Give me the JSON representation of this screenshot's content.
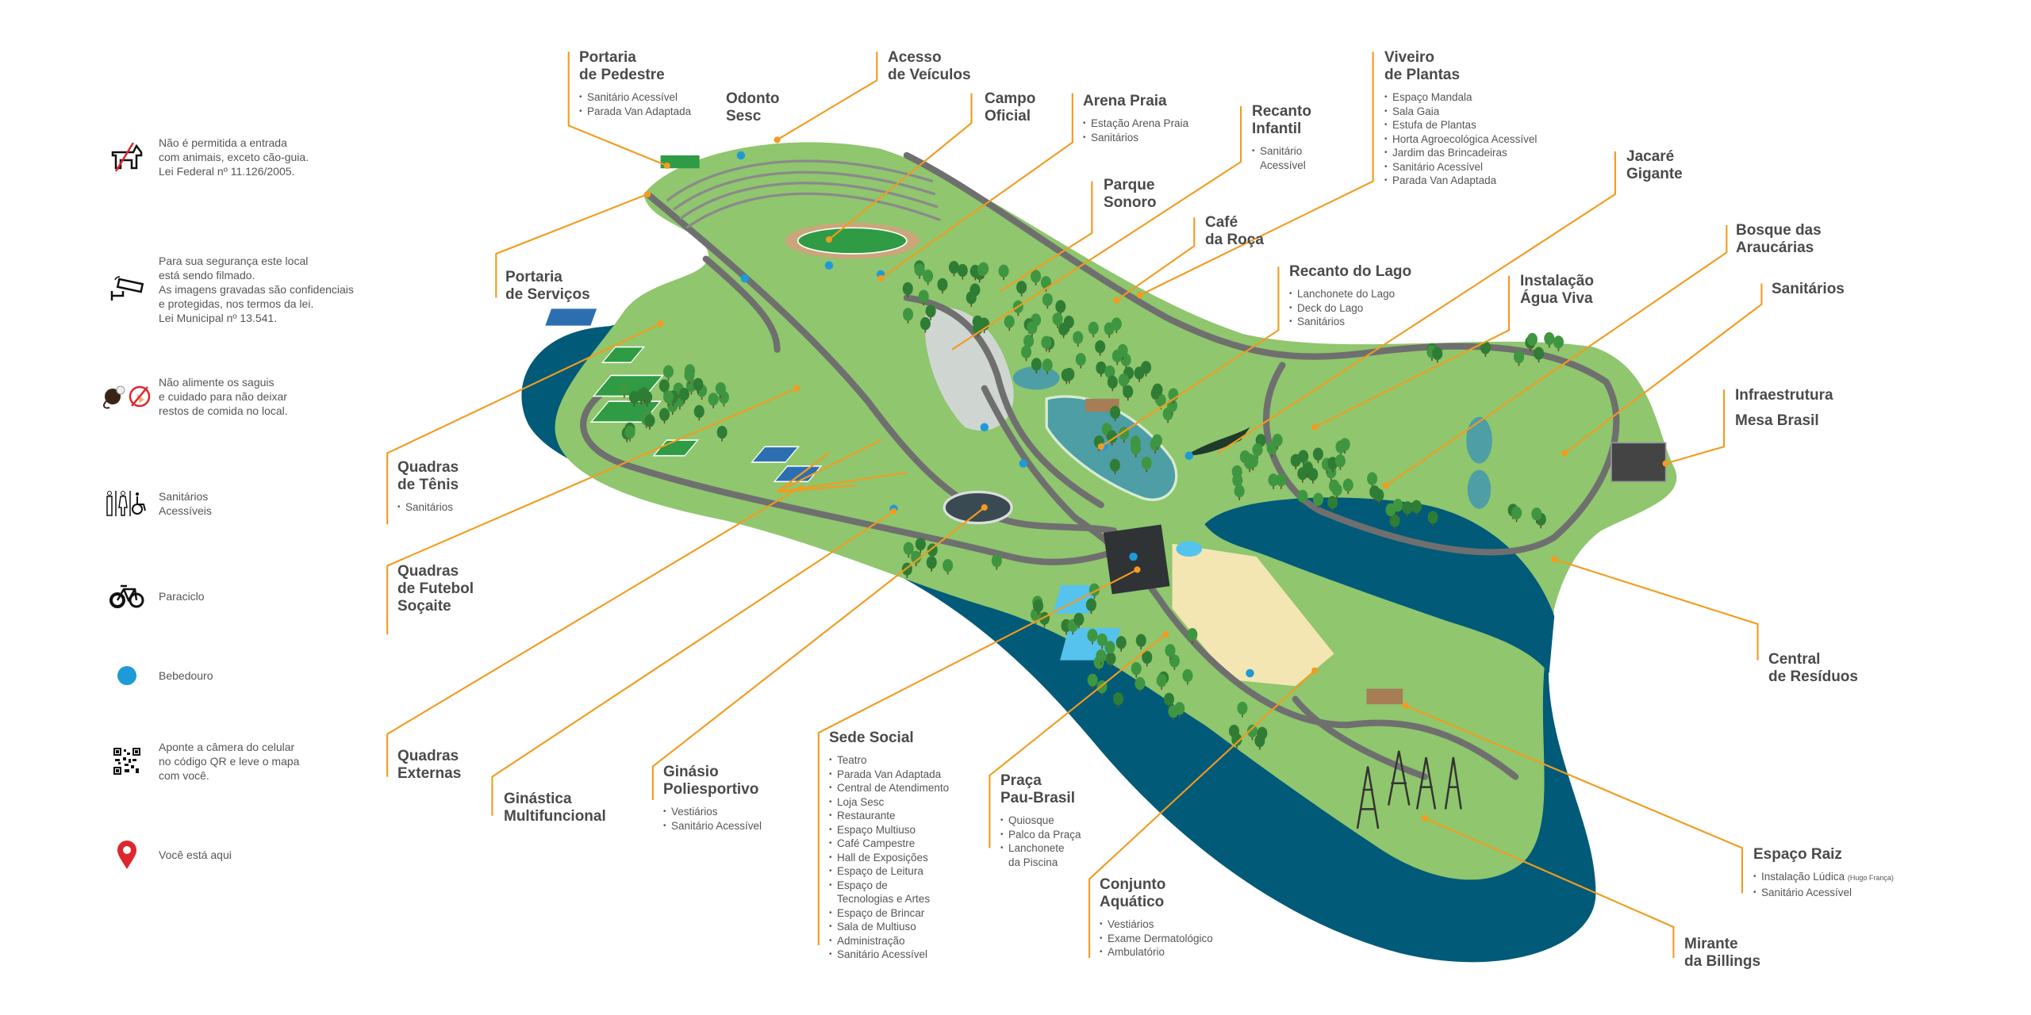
{
  "colors": {
    "water": "#005a78",
    "land": "#8fc66e",
    "road": "#6f6f6f",
    "leader": "#f39b1f",
    "tree": "#2f7d34",
    "drinking_fountain": "#1e9ad8",
    "pin": "#e0262d"
  },
  "legend": [
    {
      "icon": "no-animals-icon",
      "text": "Não é permitida a entrada\ncom animais, exceto cão-guia.\nLei Federal nº 11.126/2005."
    },
    {
      "icon": "security-camera-icon",
      "text": "Para sua segurança este local\nestá sendo filmado.\nAs imagens gravadas são confidenciais\ne protegidas, nos termos da lei.\nLei Municipal nº 13.541."
    },
    {
      "icon": "no-feeding-monkeys-icon",
      "text": "Não alimente os saguis\ne cuidado para não deixar\nrestos de comida no local."
    },
    {
      "icon": "accessible-restroom-icon",
      "text": "Sanitários\nAcessíveis"
    },
    {
      "icon": "bicycle-icon",
      "text": "Paraciclo"
    },
    {
      "icon": "drinking-fountain-icon",
      "text": "Bebedouro"
    },
    {
      "icon": "qr-code-icon",
      "text": "Aponte a câmera do celular\nno código QR e leve o mapa\ncom você."
    },
    {
      "icon": "location-pin-icon",
      "text": "Você está aqui"
    }
  ],
  "labels": [
    {
      "id": "portaria-pedestre",
      "title": "Portaria\nde Pedestre",
      "items": [
        "Sanitário Acessível",
        "Parada Van Adaptada"
      ]
    },
    {
      "id": "odonto-sesc",
      "title": "Odonto\nSesc",
      "items": []
    },
    {
      "id": "acesso-veiculos",
      "title": "Acesso\nde Veículos",
      "items": []
    },
    {
      "id": "campo-oficial",
      "title": "Campo\nOficial",
      "items": []
    },
    {
      "id": "arena-praia",
      "title": "Arena Praia",
      "items": [
        "Estação Arena Praia",
        "Sanitários"
      ]
    },
    {
      "id": "recanto-infantil",
      "title": "Recanto\nInfantil",
      "items": [
        "Sanitário\nAcessível"
      ]
    },
    {
      "id": "viveiro-plantas",
      "title": "Viveiro\nde Plantas",
      "items": [
        "Espaço Mandala",
        "Sala Gaia",
        "Estufa de Plantas",
        "Horta Agroecológica Acessível",
        "Jardim das Brincadeiras",
        "Sanitário Acessível",
        "Parada Van Adaptada"
      ]
    },
    {
      "id": "jacare-gigante",
      "title": "Jacaré\nGigante",
      "items": []
    },
    {
      "id": "parque-sonoro",
      "title": "Parque\nSonoro",
      "items": []
    },
    {
      "id": "cafe-roca",
      "title": "Café\nda Roça",
      "items": []
    },
    {
      "id": "recanto-lago",
      "title": "Recanto do Lago",
      "items": [
        "Lanchonete do Lago",
        "Deck do Lago",
        "Sanitários"
      ]
    },
    {
      "id": "instalacao-agua-viva",
      "title": "Instalação\nÁgua Viva",
      "items": []
    },
    {
      "id": "bosque-araucarias",
      "title": "Bosque das\nAraucárias",
      "items": []
    },
    {
      "id": "sanitarios",
      "title": "Sanitários",
      "items": []
    },
    {
      "id": "infraestrutura",
      "title": "Infraestrutura",
      "items": []
    },
    {
      "id": "mesa-brasil",
      "title": "Mesa Brasil",
      "items": []
    },
    {
      "id": "central-residuos",
      "title": "Central\nde Resíduos",
      "items": []
    },
    {
      "id": "espaco-raiz",
      "title": "Espaço Raiz",
      "items": [
        "Instalação Lúdica",
        "Sanitário Acessível"
      ],
      "note": "(Hugo França)"
    },
    {
      "id": "mirante-billings",
      "title": "Mirante\nda Billings",
      "items": []
    },
    {
      "id": "conjunto-aquatico",
      "title": "Conjunto\nAquático",
      "items": [
        "Vestiários",
        "Exame Dermatológico",
        "Ambulatório"
      ]
    },
    {
      "id": "praca-pau-brasil",
      "title": "Praça\nPau-Brasil",
      "items": [
        "Quiosque",
        "Palco da Praça",
        "Lanchonete\nda Piscina"
      ]
    },
    {
      "id": "sede-social",
      "title": "Sede Social",
      "items": [
        "Teatro",
        "Parada Van Adaptada",
        "Central de Atendimento",
        "Loja Sesc",
        "Restaurante",
        "Espaço Multiuso",
        "Café Campestre",
        "Hall de Exposições",
        "Espaço de Leitura",
        "Espaço de\nTecnologias e Artes",
        "Espaço de Brincar",
        "Sala de Multiuso",
        "Administração",
        "Sanitário Acessível"
      ]
    },
    {
      "id": "ginasio-poliesportivo",
      "title": "Ginásio\nPoliesportivo",
      "items": [
        "Vestiários",
        "Sanitário Acessível"
      ]
    },
    {
      "id": "ginastica-multifuncional",
      "title": "Ginástica\nMultifuncional",
      "items": []
    },
    {
      "id": "quadras-externas",
      "title": "Quadras\nExternas",
      "items": []
    },
    {
      "id": "quadras-futebol-soçaite",
      "title": "Quadras\nde Futebol\nSoçaite",
      "items": []
    },
    {
      "id": "quadras-tenis",
      "title": "Quadras\nde Tênis",
      "items": [
        "Sanitários"
      ]
    },
    {
      "id": "portaria-servicos",
      "title": "Portaria\nde Serviços",
      "items": []
    }
  ]
}
